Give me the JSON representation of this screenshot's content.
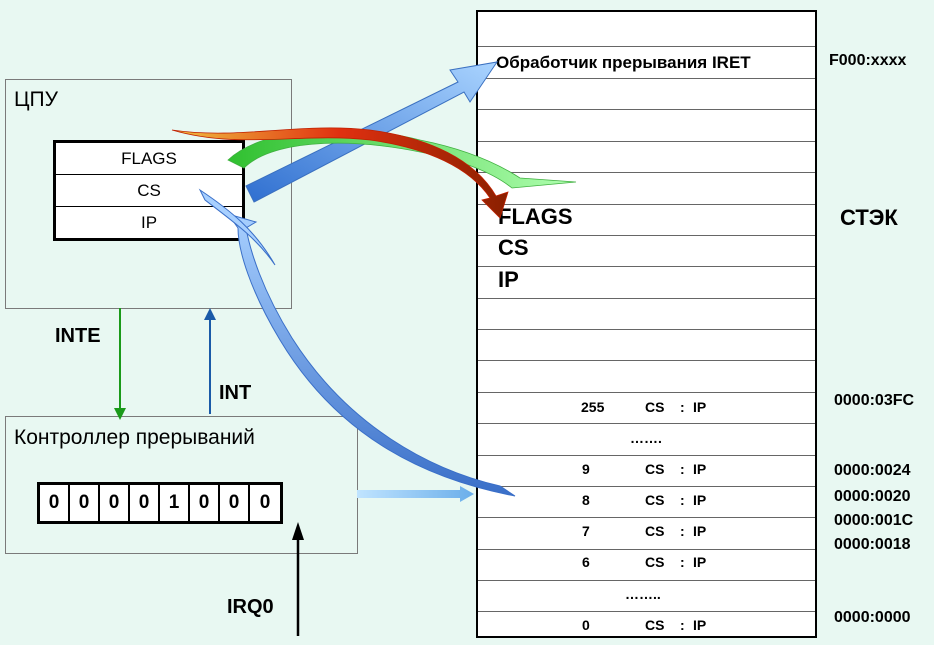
{
  "cpu": {
    "title": "ЦПУ",
    "registers": [
      "FLAGS",
      "CS",
      "IP"
    ]
  },
  "controller": {
    "title": "Контроллер прерываний",
    "bits": [
      "0",
      "0",
      "0",
      "0",
      "1",
      "0",
      "0",
      "0"
    ]
  },
  "signals": {
    "inte": "INTE",
    "int": "INT",
    "irq0": "IRQ0"
  },
  "memory": {
    "handler": "Обработчик прерывания IRET",
    "handler_addr": "F000:xxxx",
    "stack_label": "СТЭК",
    "stack_items": [
      "FLAGS",
      "CS",
      "IP"
    ],
    "vectors": [
      {
        "num": "255",
        "cs": "CS",
        "sep": ":",
        "ip": "IP"
      },
      {
        "num": "…….",
        "cs": "",
        "sep": "",
        "ip": ""
      },
      {
        "num": "9",
        "cs": "CS",
        "sep": ":",
        "ip": "IP"
      },
      {
        "num": "8",
        "cs": "CS",
        "sep": ":",
        "ip": "IP"
      },
      {
        "num": "7",
        "cs": "CS",
        "sep": ":",
        "ip": "IP"
      },
      {
        "num": "6",
        "cs": "CS",
        "sep": ":",
        "ip": "IP"
      },
      {
        "num": "……..",
        "cs": "",
        "sep": "",
        "ip": ""
      },
      {
        "num": "0",
        "cs": "CS",
        "sep": ":",
        "ip": "IP"
      }
    ],
    "addresses": [
      "0000:03FC",
      "0000:0024",
      "0000:0020",
      "0000:001C",
      "0000:0018",
      "0000:0000"
    ]
  }
}
